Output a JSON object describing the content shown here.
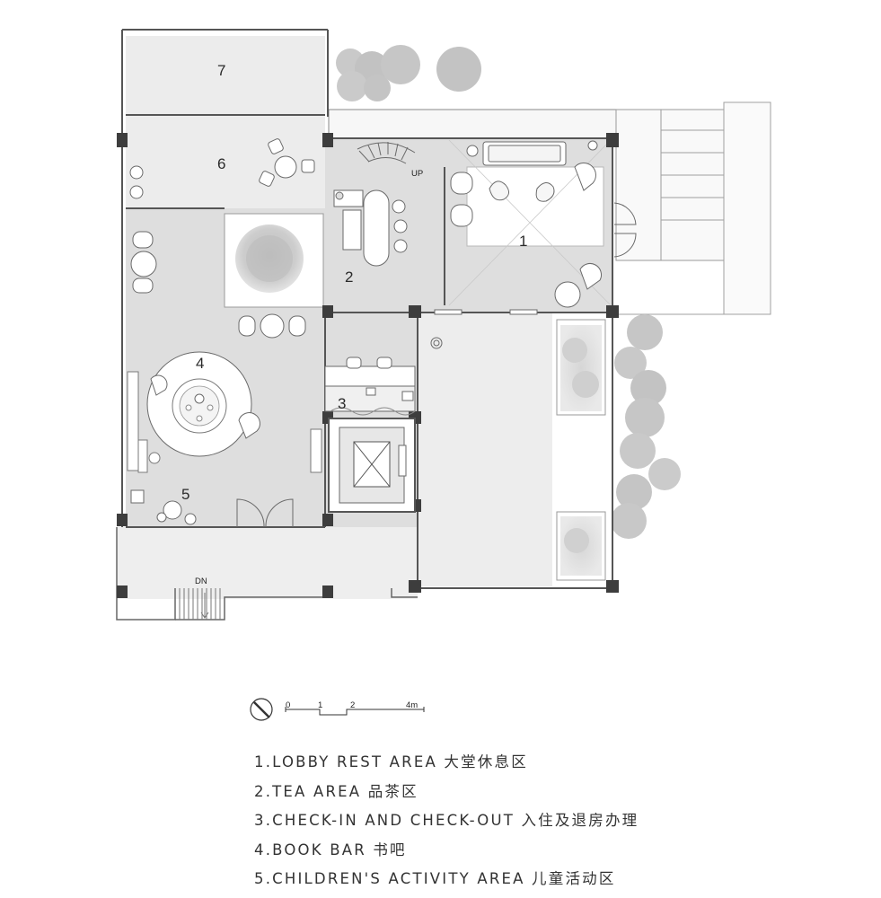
{
  "plan": {
    "zone_numbers": [
      "1",
      "2",
      "3",
      "4",
      "5",
      "6",
      "7"
    ],
    "stair_up_label": "UP",
    "stair_down_label": "DN",
    "scale_bar": {
      "ticks": [
        "0",
        "1",
        "2",
        "4m"
      ]
    }
  },
  "legend": {
    "items": [
      "1.LOBBY REST AREA 大堂休息区",
      "2.TEA AREA 品茶区",
      "3.CHECK-IN AND CHECK-OUT 入住及退房办理",
      "4.BOOK BAR 书吧",
      "5.CHILDREN'S ACTIVITY AREA 儿童活动区"
    ]
  },
  "colors": {
    "floor": "#dedede",
    "floor_light": "#eaeaea",
    "wall": "#4a4a4a",
    "column": "#3a3a3a",
    "tree": "#c4c4c4",
    "text": "#333333"
  }
}
